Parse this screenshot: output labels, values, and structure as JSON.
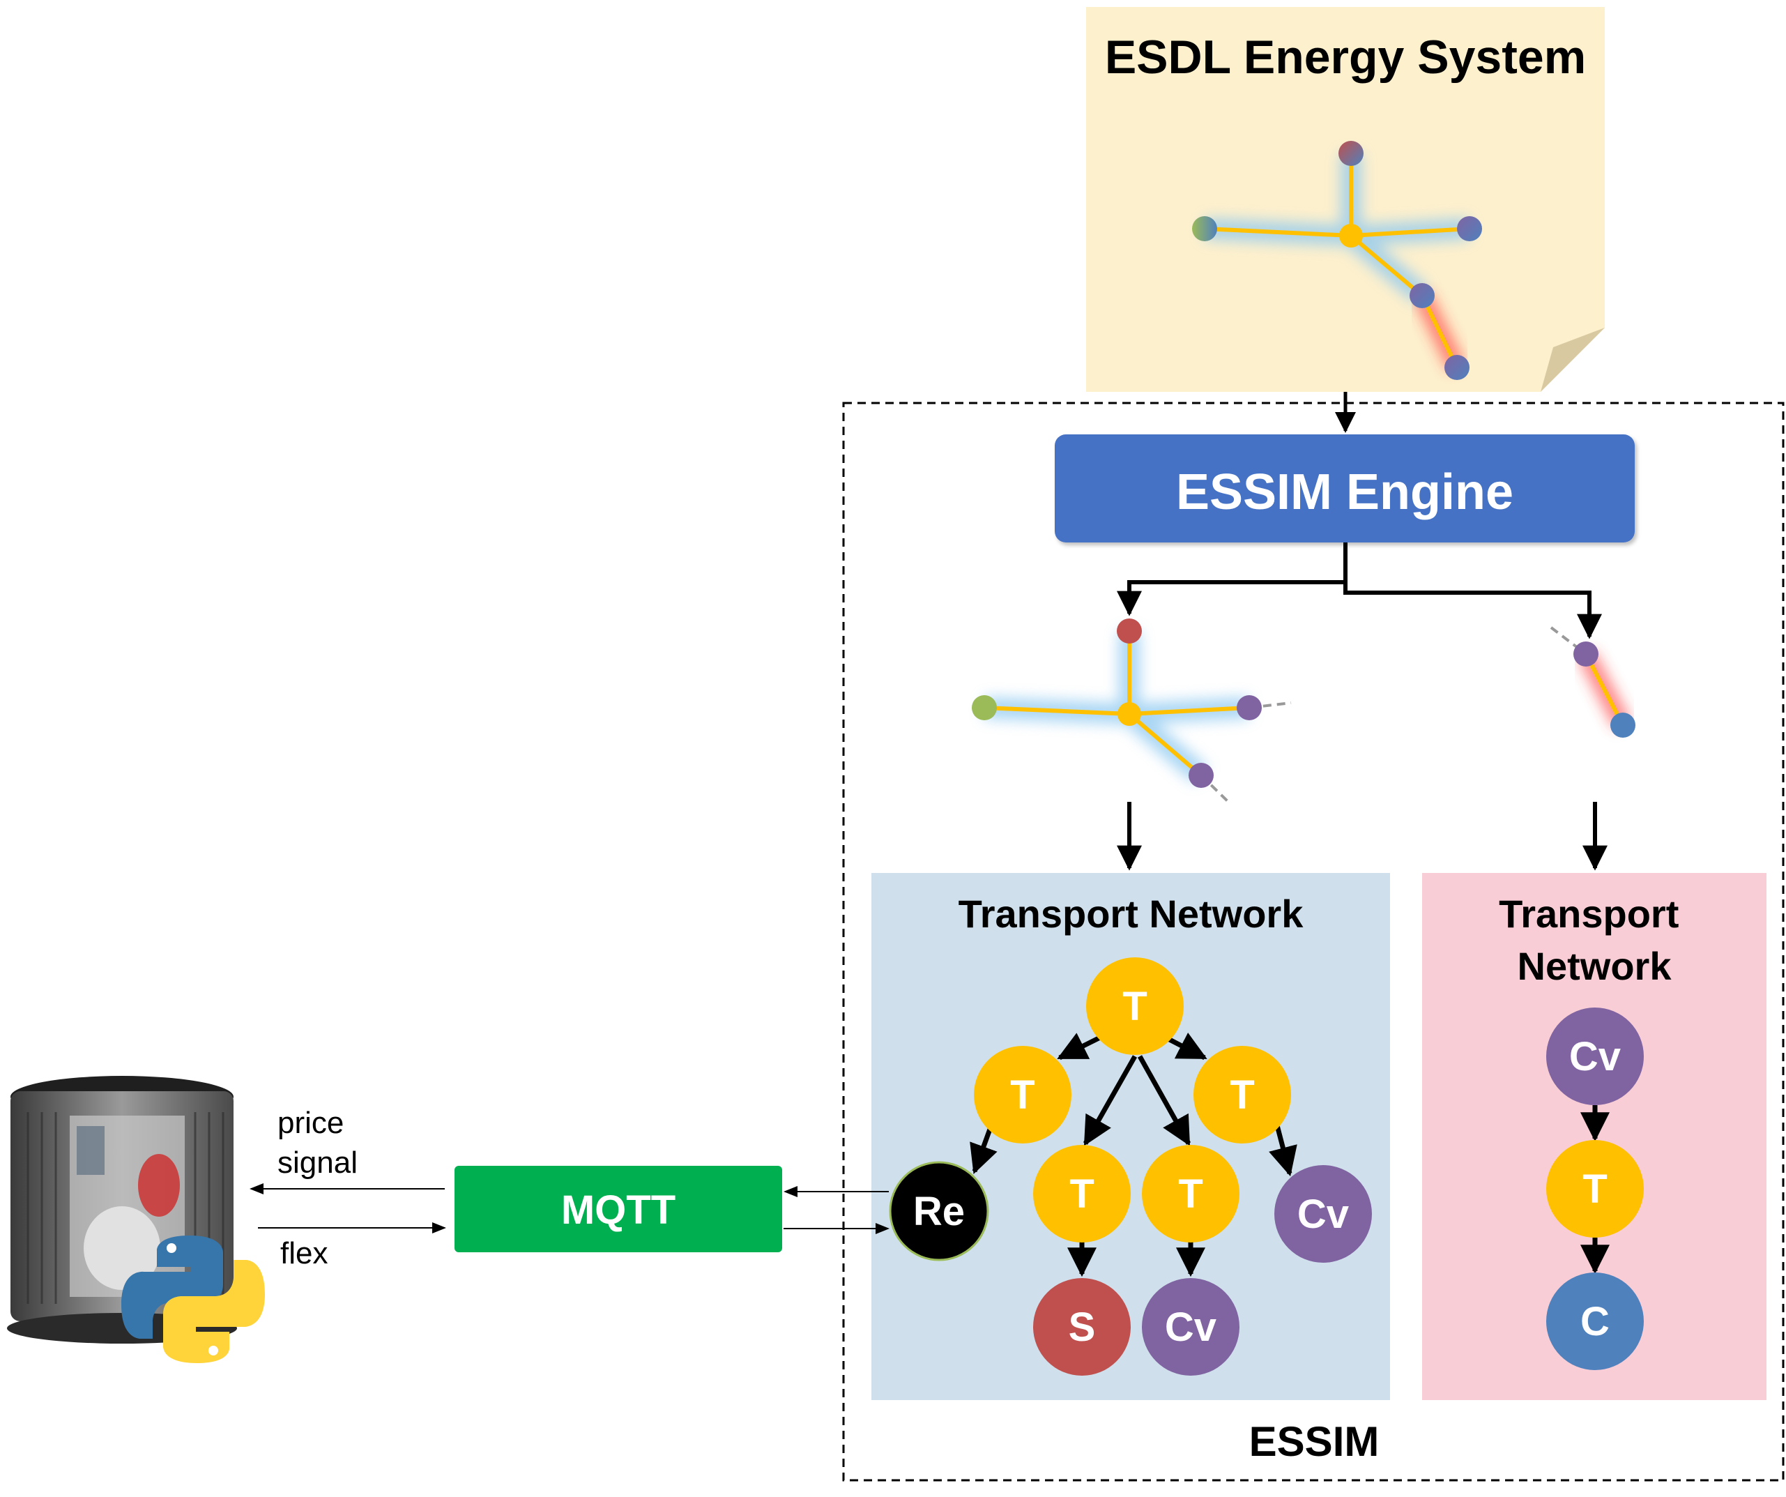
{
  "esdl": {
    "title": "ESDL Energy System"
  },
  "engine": {
    "label": "ESSIM Engine"
  },
  "essim": {
    "label": "ESSIM"
  },
  "mqtt": {
    "label": "MQTT"
  },
  "device": {
    "signal_in": "price\nsignal",
    "signal_out": "flex"
  },
  "left_network": {
    "title": "Transport Network",
    "nodes": {
      "root": "T",
      "left": "T",
      "right": "T",
      "mid_left": "T",
      "mid_right": "T",
      "re": "Re",
      "cv_right": "Cv",
      "s": "S",
      "cv_bottom": "Cv"
    }
  },
  "right_network": {
    "title": "Transport\nNetwork",
    "nodes": {
      "cv": "Cv",
      "t": "T",
      "c": "C"
    }
  },
  "colors": {
    "note": "#fdf0cd",
    "engine": "#4472c4",
    "mqtt": "#00b050",
    "blue_panel": "#cfe0ec",
    "pink_panel": "#f9cdd6",
    "transport": "#ffc000",
    "storage": "#c0504d",
    "conversion": "#8064a2",
    "consumer": "#4f81bd",
    "producer": "#9bbb59"
  }
}
